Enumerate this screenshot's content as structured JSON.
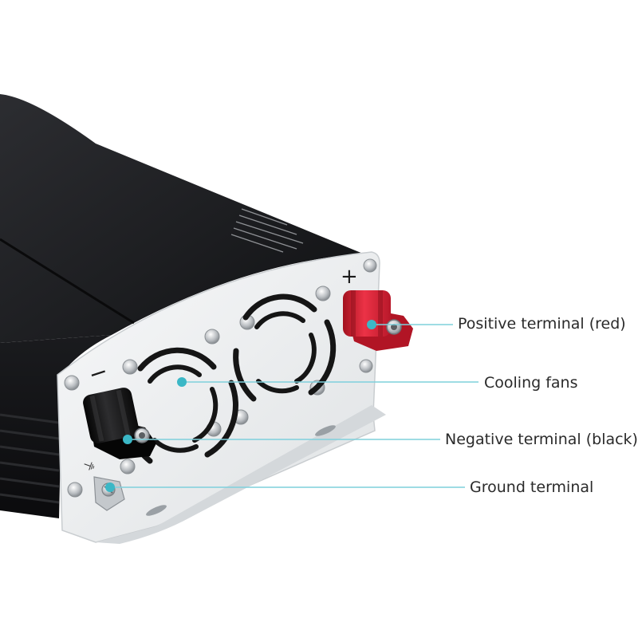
{
  "callouts": {
    "positive_terminal": "Positive terminal (red)",
    "cooling_fans": "Cooling fans",
    "negative_terminal": "Negative terminal (black)",
    "ground_terminal": "Ground terminal"
  },
  "panel_markings": {
    "plus": "+",
    "minus": "−",
    "ground": "⏚"
  },
  "colors": {
    "callout_line": "#7fd0dc",
    "callout_dot": "#3bb7c6",
    "housing": "#1c1d20",
    "panel": "#eef0f1",
    "positive_terminal": "#d9233a",
    "negative_terminal": "#141414"
  }
}
